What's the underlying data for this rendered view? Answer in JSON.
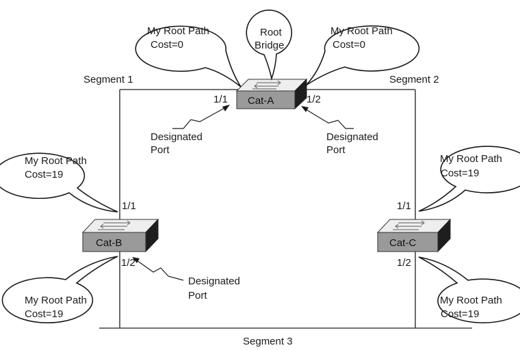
{
  "segments": {
    "seg1": "Segment 1",
    "seg2": "Segment 2",
    "seg3": "Segment 3"
  },
  "switches": {
    "a": {
      "name": "Cat-A",
      "port1": "1/1",
      "port2": "1/2"
    },
    "b": {
      "name": "Cat-B",
      "port1": "1/1",
      "port2": "1/2"
    },
    "c": {
      "name": "Cat-C",
      "port1": "1/1",
      "port2": "1/2"
    }
  },
  "bubbles": {
    "a_left": {
      "line1": "My Root Path",
      "line2": "Cost=0"
    },
    "a_root": {
      "line1": "Root",
      "line2": "Bridge"
    },
    "a_right": {
      "line1": "My Root Path",
      "line2": "Cost=0"
    },
    "b_top": {
      "line1": "My Root Path",
      "line2": "Cost=19"
    },
    "b_bottom": {
      "line1": "My Root Path",
      "line2": "Cost=19"
    },
    "c_top": {
      "line1": "My Root Path",
      "line2": "Cost=19"
    },
    "c_bottom": {
      "line1": "My Root Path",
      "line2": "Cost=19"
    }
  },
  "designated": {
    "a_left": {
      "line1": "Designated",
      "line2": "Port"
    },
    "a_right": {
      "line1": "Designated",
      "line2": "Port"
    },
    "b": {
      "line1": "Designated",
      "line2": "Port"
    }
  }
}
